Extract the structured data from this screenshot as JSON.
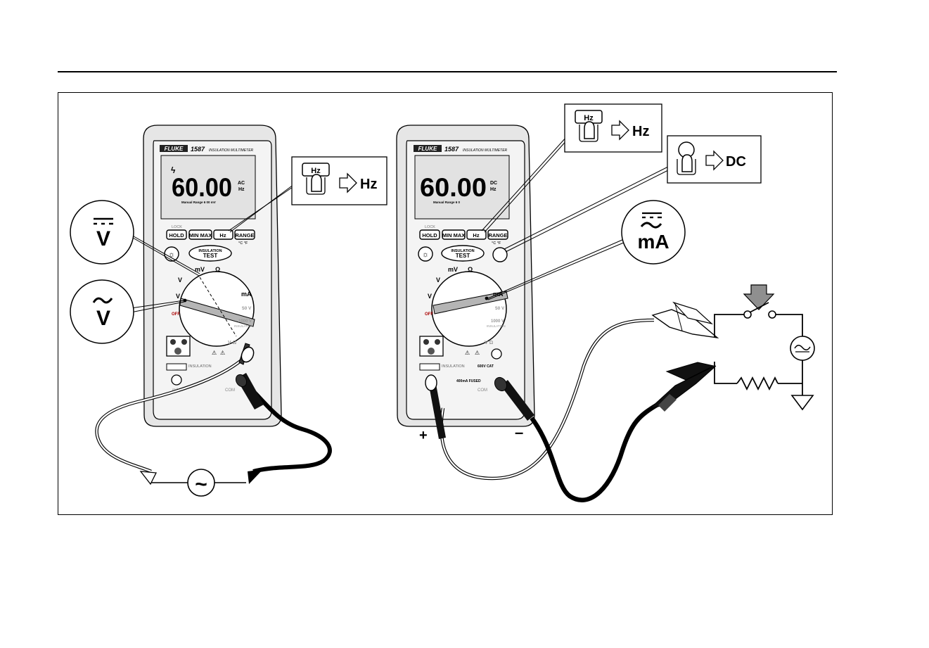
{
  "left_meter": {
    "brand": "FLUKE",
    "model": "1587",
    "product": "INSULATION MULTIMETER",
    "display": {
      "reading": "60.00",
      "unit_top": "AC",
      "unit_bottom": "Hz",
      "status": "Manual Range 6  00   mV"
    },
    "buttons": {
      "hold": "HOLD",
      "minmax": "MIN MAX",
      "hz": "Hz",
      "range": "RANGE"
    },
    "lock_label": "LOCK",
    "temp_label": "°C °F",
    "insulation_test": {
      "line1": "INSULATION",
      "line2": "TEST"
    },
    "dial": {
      "off": "OFF",
      "v_ac": "V",
      "v_dc": "V",
      "mv": "mV",
      "ohm": "Ω",
      "ma": "mA",
      "v50": "50 V",
      "v1000": "1000 V",
      "insulation": "INSULATION"
    },
    "jacks": {
      "ma": "mA",
      "com": "COM",
      "insulation": "INSULATION",
      "v_ohm": "V Ω"
    }
  },
  "right_meter": {
    "brand": "FLUKE",
    "model": "1587",
    "product": "INSULATION MULTIMETER",
    "display": {
      "reading": "60.00",
      "unit_top": "DC",
      "unit_bottom": "Hz",
      "status": "Manual Range 6  0"
    },
    "buttons": {
      "hold": "HOLD",
      "minmax": "MIN MAX",
      "hz": "Hz",
      "range": "RANGE"
    },
    "lock_label": "LOCK",
    "temp_label": "°C °F",
    "insulation_test": {
      "line1": "INSULATION",
      "line2": "TEST"
    },
    "dial": {
      "off": "OFF",
      "v_ac": "V",
      "v_dc": "V",
      "mv": "mV",
      "ohm": "Ω",
      "ma": "mA",
      "v50": "50 V",
      "v1000": "1000 V",
      "insulation": "INSULATION"
    },
    "jacks": {
      "com": "COM",
      "insulation": "INSULATION",
      "fused": "400mA FUSED",
      "cat": "600V CAT",
      "v_ohm": "V Ω"
    }
  },
  "callouts": {
    "dc_volts": "V",
    "ac_volts": "V",
    "ma": "mA",
    "hz_key_label": "Hz",
    "hz_result": "Hz",
    "dc_result": "DC"
  },
  "probe_polarity": {
    "plus": "+",
    "minus": "–"
  },
  "source_symbol": "~"
}
